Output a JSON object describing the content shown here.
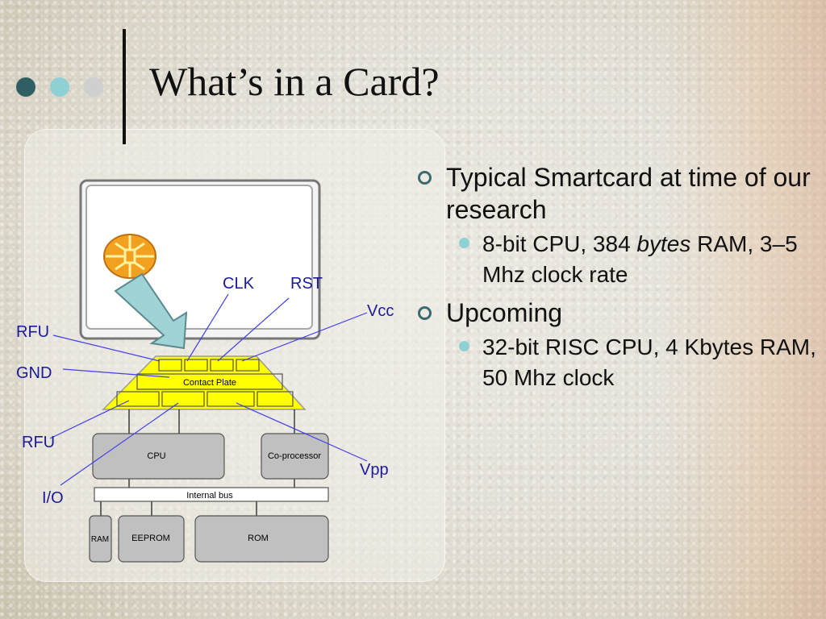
{
  "slide": {
    "title": "What’s in a Card?",
    "nav_dots": [
      "#2f5f64",
      "#8fd0d4",
      "#cfcfcf"
    ]
  },
  "bullets": [
    {
      "text": "Typical Smartcard at time of our research",
      "sub": {
        "pre": "8-bit CPU, 384 ",
        "em": "bytes",
        "post": " RAM, 3–5 Mhz clock rate"
      }
    },
    {
      "text": "Upcoming",
      "sub": {
        "pre": "32-bit RISC CPU, 4 Kbytes RAM, 50 Mhz clock",
        "em": "",
        "post": ""
      }
    }
  ],
  "diagram": {
    "pin_labels": {
      "clk": "CLK",
      "rst": "RST",
      "vcc": "Vcc",
      "rfu_top": "RFU",
      "gnd": "GND",
      "rfu_bottom": "RFU",
      "io": "I/O",
      "vpp": "Vpp"
    },
    "contact_plate": "Contact Plate",
    "cpu": "CPU",
    "coprocessor": "Co-processor",
    "internal_bus": "Internal bus",
    "ram": "RAM",
    "eeprom": "EEPROM",
    "rom": "ROM",
    "colors": {
      "plate": "#ffff00",
      "box": "#c0c0c0",
      "pointer": "#4040e8",
      "arrow": "#9fd3d6",
      "chip": "#f2a020"
    }
  }
}
